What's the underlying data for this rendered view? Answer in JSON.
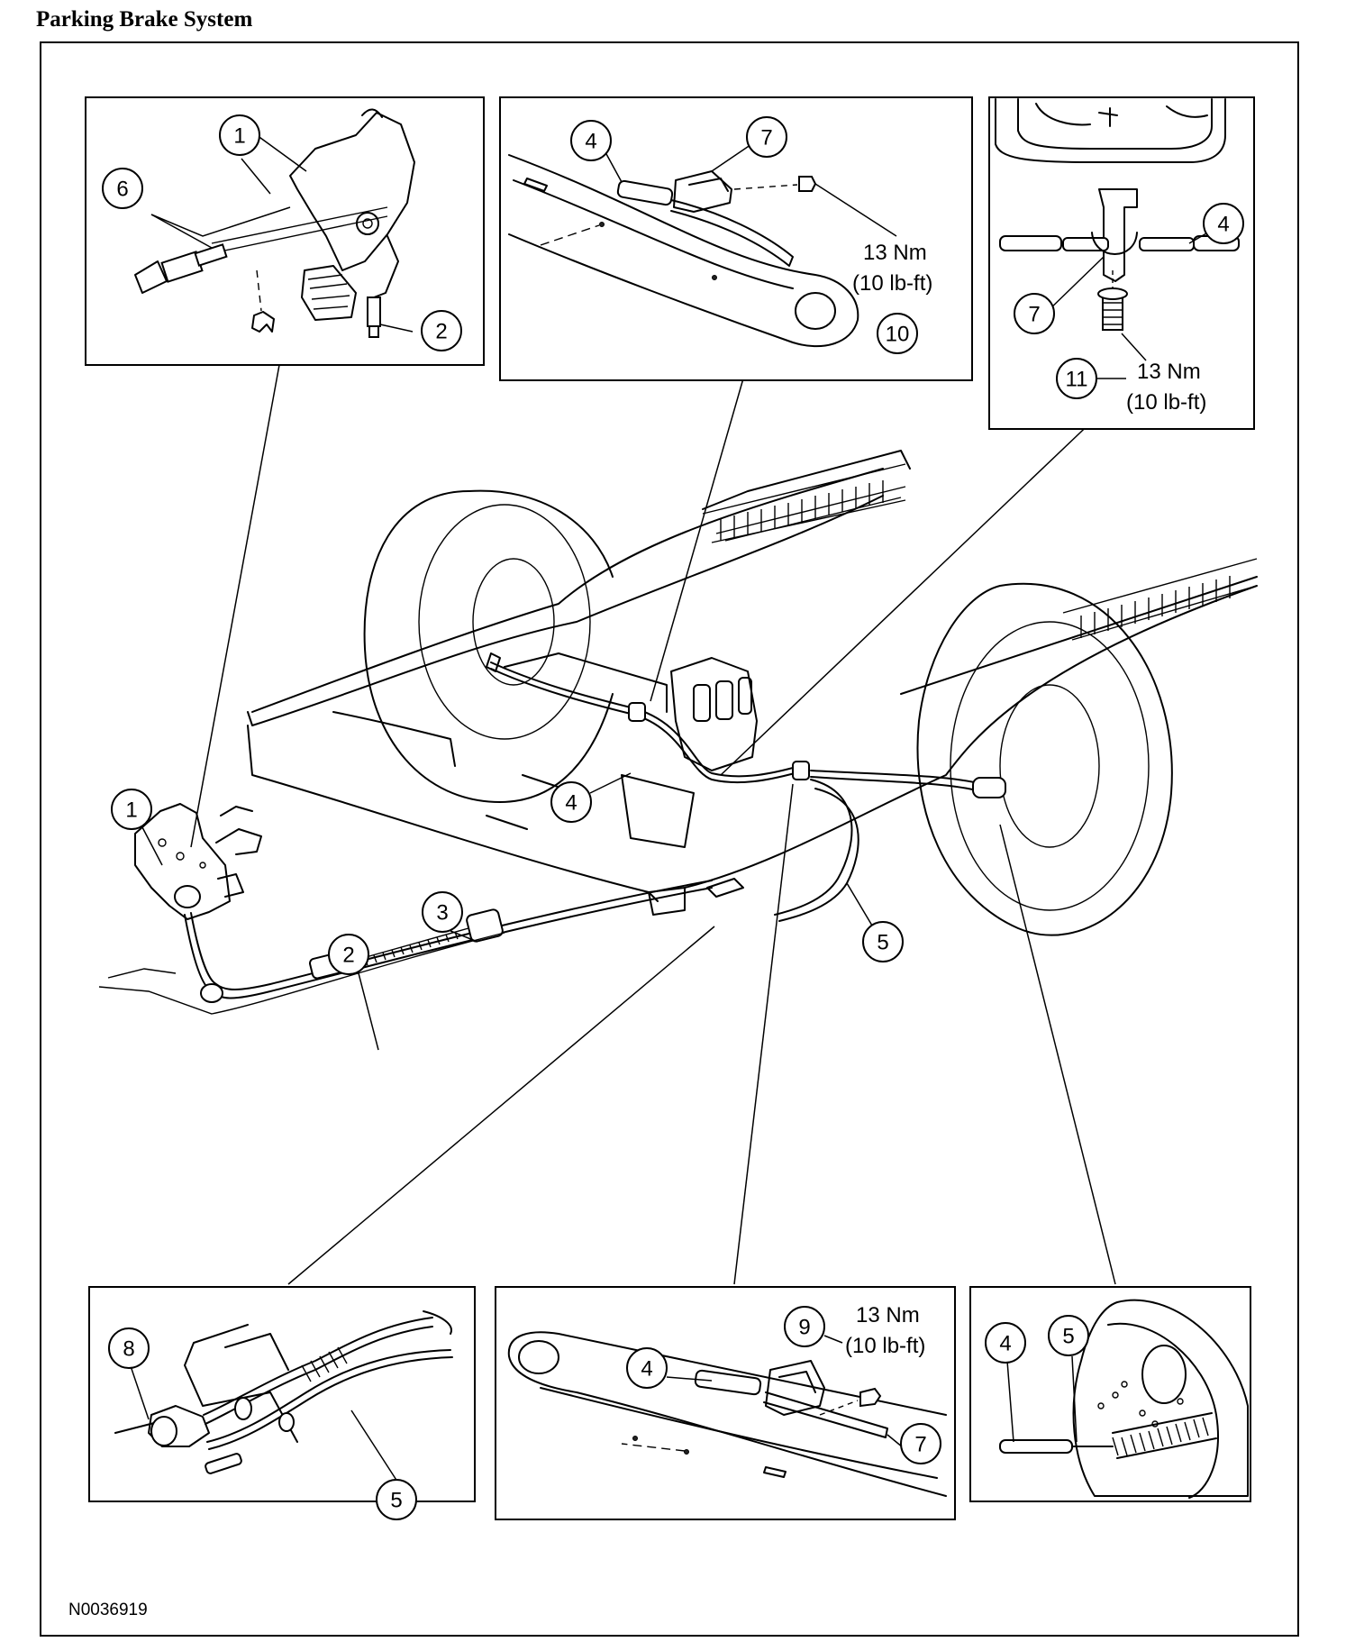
{
  "title": "Parking Brake System",
  "figure_id": "N0036919",
  "callouts": {
    "c1a": "1",
    "c6": "6",
    "c2a": "2",
    "c4a": "4",
    "c7a": "7",
    "c10": "10",
    "c7b": "7",
    "c4b": "4",
    "c11": "11",
    "c1b": "1",
    "c4c": "4",
    "c3": "3",
    "c2b": "2",
    "c5a": "5",
    "c8": "8",
    "c5b": "5",
    "c9": "9",
    "c4d": "4",
    "c7c": "7",
    "c4e": "4",
    "c5c": "5"
  },
  "torque_specs": {
    "t10": {
      "nm": "13 Nm",
      "lbft": "(10 lb-ft)"
    },
    "t11": {
      "nm": "13 Nm",
      "lbft": "(10 lb-ft)"
    },
    "t9": {
      "nm": "13 Nm",
      "lbft": "(10 lb-ft)"
    }
  }
}
